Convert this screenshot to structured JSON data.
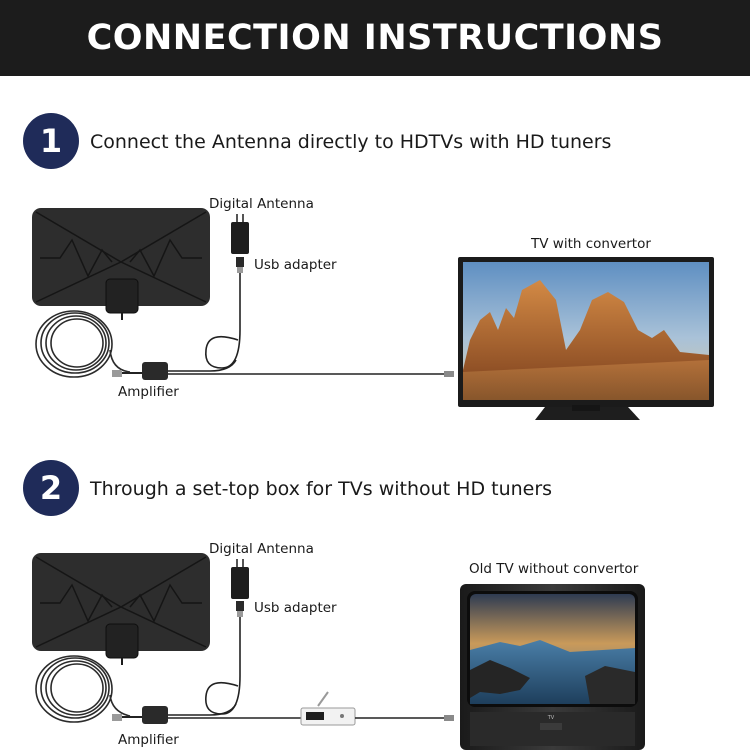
{
  "header": {
    "title": "CONNECTION INSTRUCTIONS"
  },
  "steps": [
    {
      "number": "1",
      "text": "Connect the Antenna directly to HDTVs with HD tuners",
      "labels": {
        "antenna": "Digital Antenna",
        "adapter": "Usb adapter",
        "amplifier": "Amplifier",
        "tv": "TV with convertor"
      }
    },
    {
      "number": "2",
      "text": "Through a set-top box for TVs without HD tuners",
      "labels": {
        "antenna": "Digital Antenna",
        "adapter": "Usb adapter",
        "amplifier": "Amplifier",
        "tv": "Old TV without convertor",
        "old_tv_brand": "TV"
      }
    }
  ],
  "colors": {
    "header_bg": "#1c1c1c",
    "badge": "#1f2b59",
    "antenna": "#2a2a2a"
  },
  "icons": [
    "antenna-panel-icon",
    "usb-adapter-icon",
    "amplifier-icon",
    "tv-icon",
    "set-top-box-icon",
    "old-tv-icon"
  ]
}
